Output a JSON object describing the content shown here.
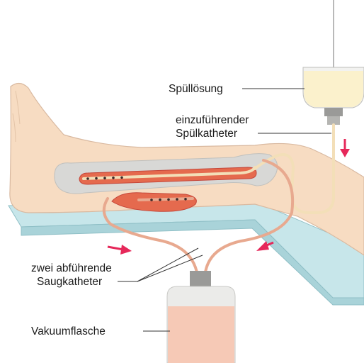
{
  "labels": {
    "rinse_solution": "Spüllösung",
    "irrigation_catheter_line1": "einzuführender",
    "irrigation_catheter_line2": "Spülkatheter",
    "suction_catheters_line1": "zwei abführende",
    "suction_catheters_line2": "Saugkatheter",
    "vacuum_bottle": "Vakuumflasche"
  },
  "colors": {
    "skin": "#f7dcc2",
    "skin_outline": "#d9b9a0",
    "bone": "#d8d8d6",
    "table_top": "#c7e6ea",
    "table_base": "#a9d3d9",
    "wound": "#e56a4e",
    "wound_outline": "#c4463a",
    "fluid": "#fbf1cc",
    "bottle_glass": "#ebebe9",
    "vacuum_fluid": "#f6c9b6",
    "cap": "#9a9a98",
    "catheter": "#f3dfb8",
    "tube": "#e8a98f",
    "arrow": "#e6285a",
    "leader": "#333333"
  }
}
